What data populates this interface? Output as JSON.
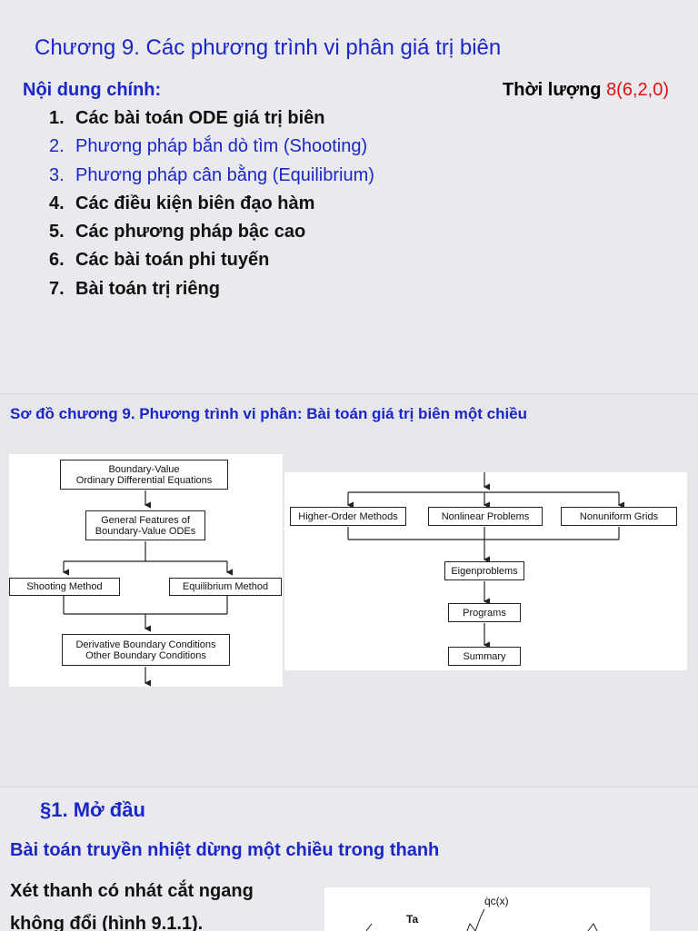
{
  "slide1": {
    "title": "Chương 9. Các phương trình vi phân giá trị biên",
    "subhead": "Nội dung chính:",
    "duration_label": "Thời lượng",
    "duration_value": "8(6,2,0)",
    "items": [
      {
        "num": "1.",
        "text": "Các bài toán ODE giá trị biên"
      },
      {
        "num": "2.",
        "text": "Phương pháp bắn dò tìm (Shooting)"
      },
      {
        "num": "3.",
        "text": "Phương pháp cân bằng (Equilibrium)"
      },
      {
        "num": "4.",
        "text": "Các điều kiện biên đạo hàm"
      },
      {
        "num": "5.",
        "text": "Các phương pháp bậc cao"
      },
      {
        "num": "6.",
        "text": "Các bài toán phi tuyến"
      },
      {
        "num": "7.",
        "text": "Bài toán trị riêng"
      }
    ]
  },
  "slide2": {
    "title": "Sơ đồ chương 9. Phương trình vi phân: Bài toán giá trị biên một chiều",
    "left": {
      "bvode_1": "Boundary-Value",
      "bvode_2": "Ordinary Differential Equations",
      "general_1": "General Features of",
      "general_2": "Boundary-Value ODEs",
      "shooting": "Shooting Method",
      "equilibrium": "Equilibrium Method",
      "deriv_1": "Derivative Boundary Conditions",
      "deriv_2": "Other Boundary Conditions"
    },
    "right": {
      "higher": "Higher-Order Methods",
      "nonlinear": "Nonlinear Problems",
      "nonuniform": "Nonuniform Grids",
      "eigen": "Eigenproblems",
      "programs": "Programs",
      "summary": "Summary"
    }
  },
  "slide3": {
    "title": "§1. Mở đầu",
    "subtitle": "Bài toán truyền nhiệt dừng một chiều trong thanh",
    "body_1": "Xét thanh có nhát cắt ngang",
    "body_2": "không đổi (hình 9.1.1).",
    "fig_label_q": "q̇c(x)",
    "fig_label_t": "Ta"
  }
}
